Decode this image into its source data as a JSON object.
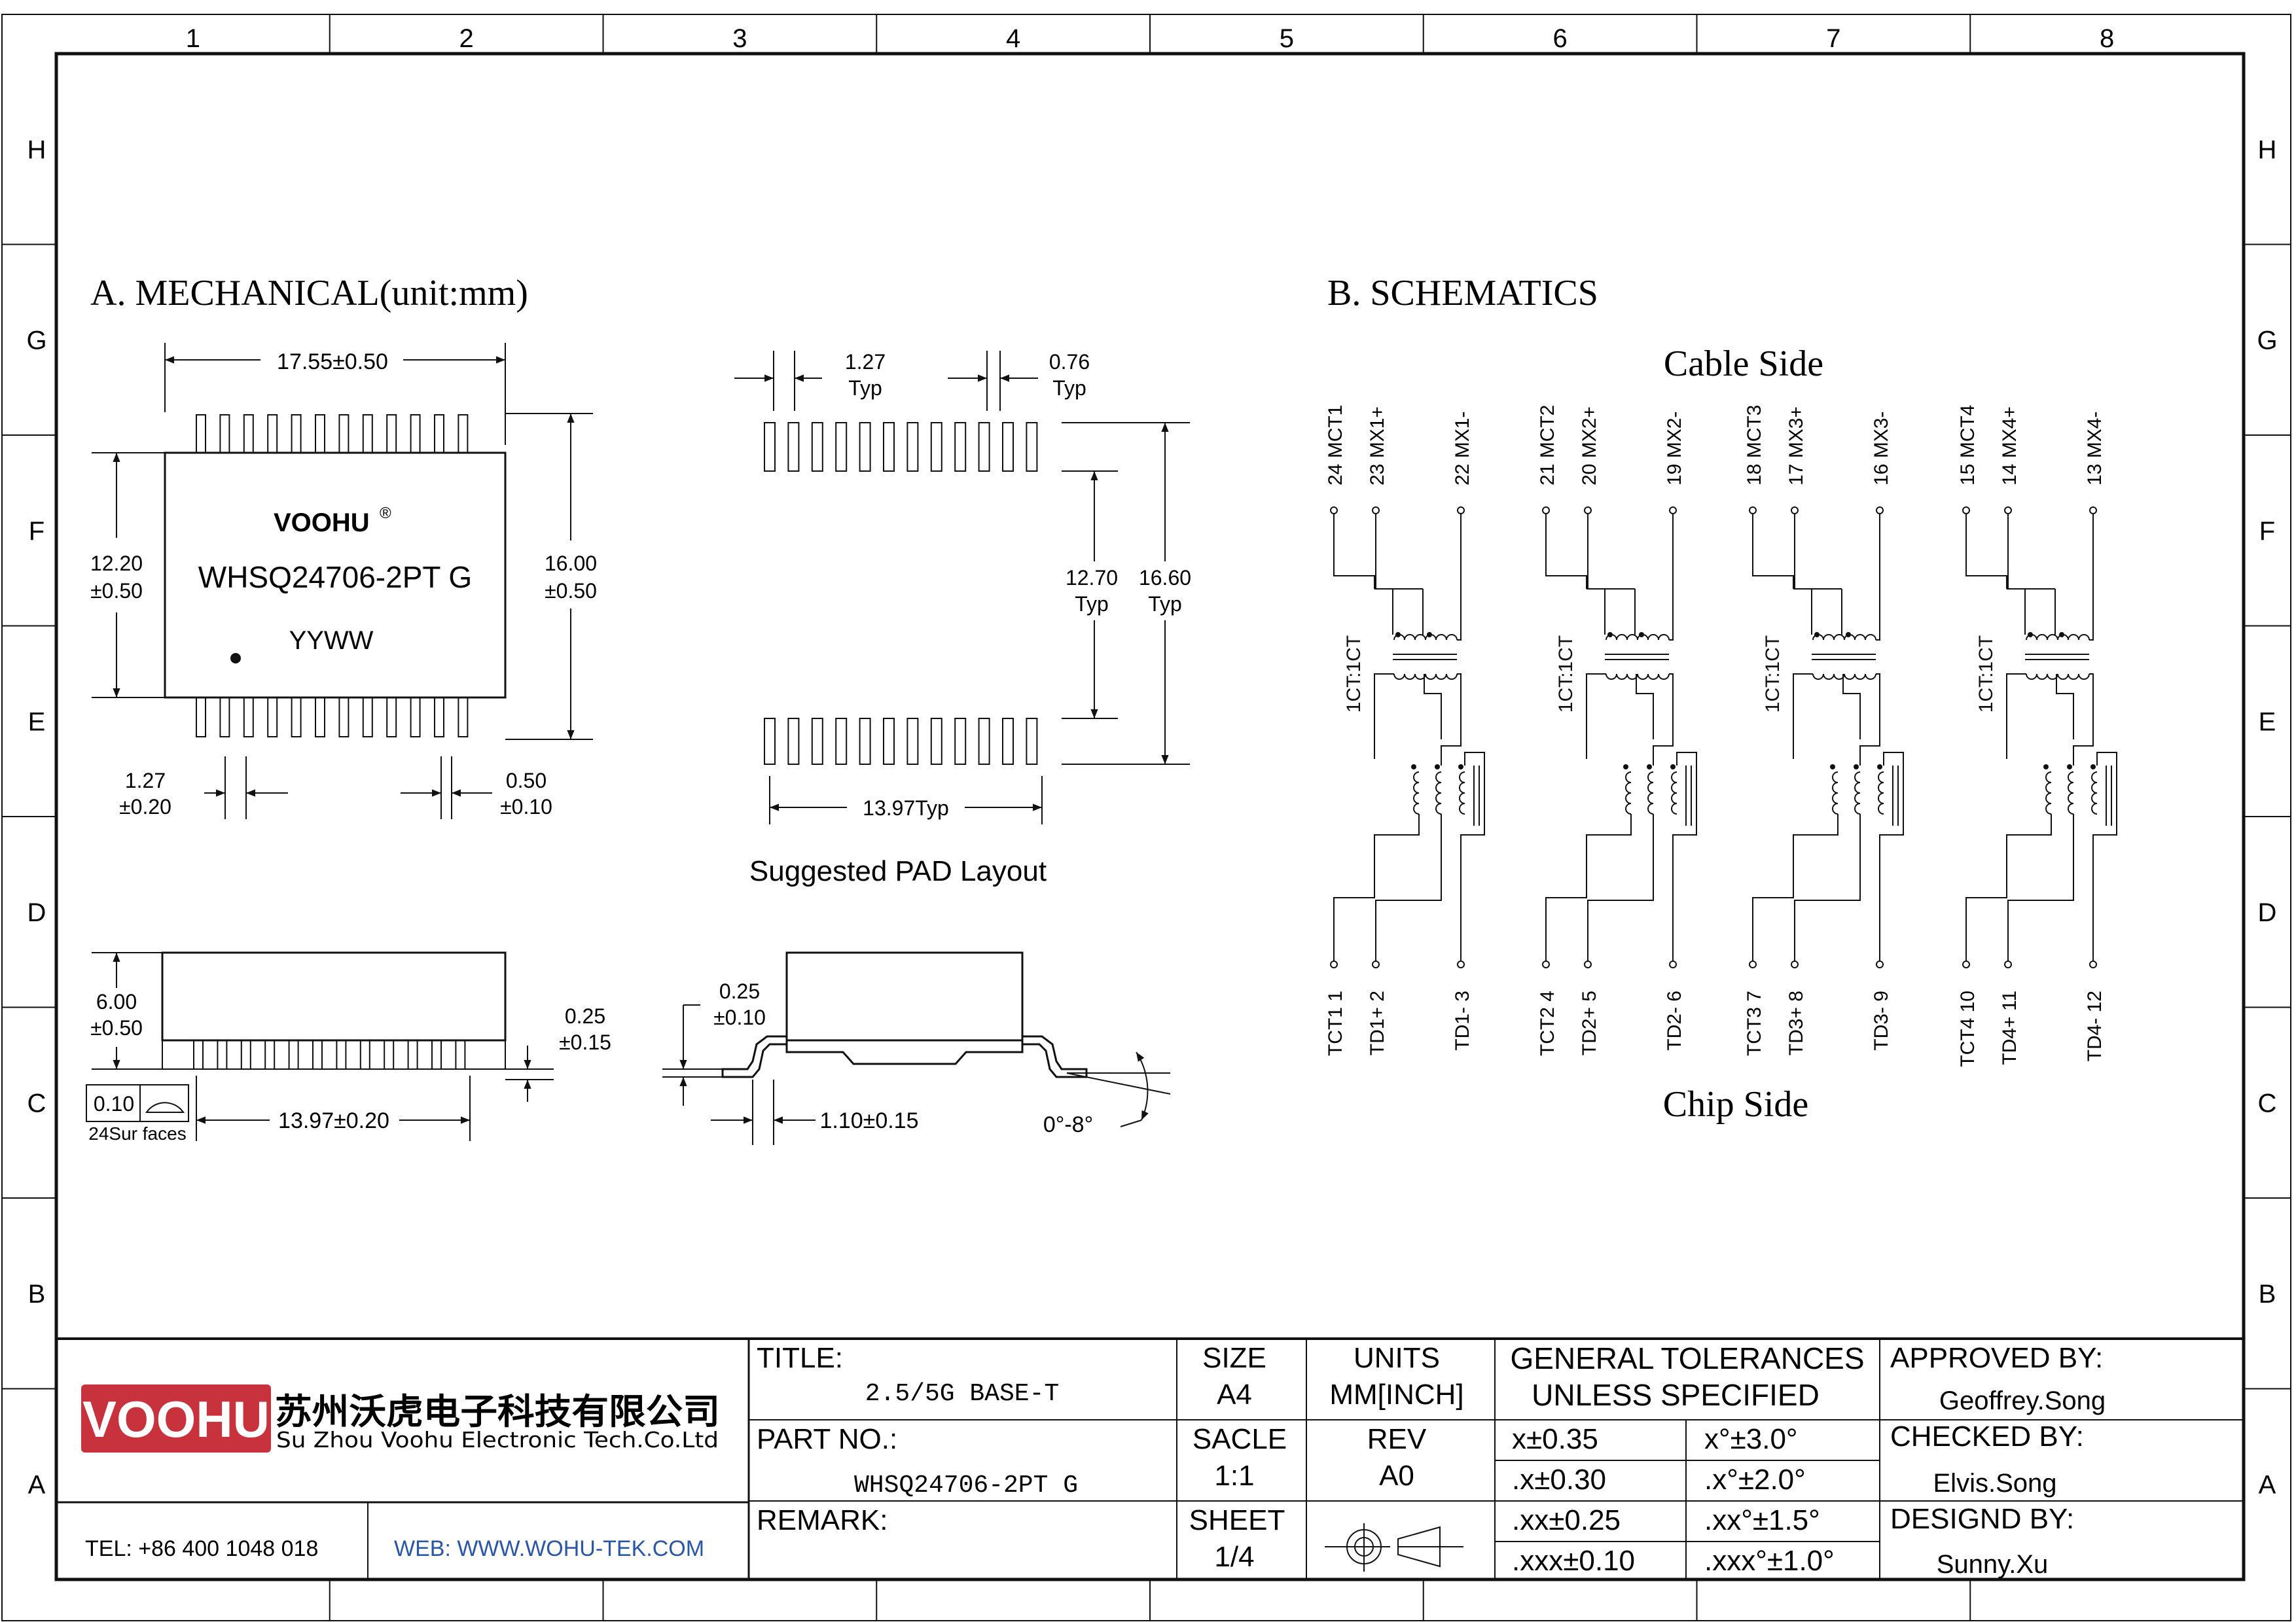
{
  "frame": {
    "cols": [
      "1",
      "2",
      "3",
      "4",
      "5",
      "6",
      "7",
      "8"
    ],
    "rows": [
      "H",
      "G",
      "F",
      "E",
      "D",
      "C",
      "B",
      "A"
    ]
  },
  "sections": {
    "mechanical_title": "A. MECHANICAL(unit:mm)",
    "schematics_title": "B. SCHEMATICS"
  },
  "mechanical": {
    "brand": "VOOHU",
    "brand_reg": "®",
    "part_mark": "WHSQ24706-2PT G",
    "date_code": "YYWW",
    "dim_width": "17.55±0.50",
    "dim_body_h1": "12.20",
    "dim_body_h2": "±0.50",
    "dim_total_h1": "16.00",
    "dim_total_h2": "±0.50",
    "dim_pitch1": "1.27",
    "dim_pitch2": "±0.20",
    "dim_lead_w1": "0.50",
    "dim_lead_w2": "±0.10",
    "dim_height1": "6.00",
    "dim_height2": "±0.50",
    "dim_stand1": "0.25",
    "dim_stand2": "±0.15",
    "coplanarity": "0.10",
    "sur_faces": "24Sur faces",
    "dim_span": "13.97±0.20",
    "dim_lead_t1": "0.25",
    "dim_lead_t2": "±0.10",
    "dim_foot": "1.10±0.15",
    "angle": "0°-8°"
  },
  "pad": {
    "pitch1": "1.27",
    "pitch2": "Typ",
    "padw1": "0.76",
    "padw2": "Typ",
    "inner1": "12.70",
    "inner2": "Typ",
    "outer1": "16.60",
    "outer2": "Typ",
    "span": "13.97Typ",
    "caption": "Suggested PAD Layout"
  },
  "schematic": {
    "cable_side": "Cable Side",
    "chip_side": "Chip Side",
    "ratio": "1CT:1CT",
    "top_pins": [
      {
        "num": "24",
        "name": "MCT1"
      },
      {
        "num": "23",
        "name": "MX1+"
      },
      {
        "num": "22",
        "name": "MX1-"
      },
      {
        "num": "21",
        "name": "MCT2"
      },
      {
        "num": "20",
        "name": "MX2+"
      },
      {
        "num": "19",
        "name": "MX2-"
      },
      {
        "num": "18",
        "name": "MCT3"
      },
      {
        "num": "17",
        "name": "MX3+"
      },
      {
        "num": "16",
        "name": "MX3-"
      },
      {
        "num": "15",
        "name": "MCT4"
      },
      {
        "num": "14",
        "name": "MX4+"
      },
      {
        "num": "13",
        "name": "MX4-"
      }
    ],
    "bottom_pins": [
      {
        "num": "1",
        "name": "TCT1"
      },
      {
        "num": "2",
        "name": "TD1+"
      },
      {
        "num": "3",
        "name": "TD1-"
      },
      {
        "num": "4",
        "name": "TCT2"
      },
      {
        "num": "5",
        "name": "TD2+"
      },
      {
        "num": "6",
        "name": "TD2-"
      },
      {
        "num": "7",
        "name": "TCT3"
      },
      {
        "num": "8",
        "name": "TD3+"
      },
      {
        "num": "9",
        "name": "TD3-"
      },
      {
        "num": "10",
        "name": "TCT4"
      },
      {
        "num": "11",
        "name": "TD4+"
      },
      {
        "num": "12",
        "name": "TD4-"
      }
    ]
  },
  "title_block": {
    "logo_text": "VOOHU",
    "company_cn": "苏州沃虎电子科技有限公司",
    "company_en": "Su Zhou Voohu Electronic Tech.Co.Ltd",
    "tel": "TEL: +86 400 1048 018",
    "web": "WEB: WWW.WOHU-TEK.COM",
    "title_label": "TITLE:",
    "title_value": "2.5/5G BASE-T",
    "part_label": "PART NO.:",
    "part_value": "WHSQ24706-2PT G",
    "remark_label": "REMARK:",
    "size_label": "SIZE",
    "size_value": "A4",
    "units_label": "UNITS",
    "units_value": "MM[INCH]",
    "scale_label": "SACLE",
    "scale_value": "1:1",
    "rev_label": "REV",
    "rev_value": "A0",
    "sheet_label": "SHEET",
    "sheet_value": "1/4",
    "tol_label1": "GENERAL TOLERANCES",
    "tol_label2": "UNLESS SPECIFIED",
    "tol": [
      [
        "x±0.35",
        "x°±3.0°"
      ],
      [
        ".x±0.30",
        ".x°±2.0°"
      ],
      [
        ".xx±0.25",
        ".xx°±1.5°"
      ],
      [
        ".xxx±0.10",
        ".xxx°±1.0°"
      ]
    ],
    "approved_label": "APPROVED BY:",
    "approved_value": "Geoffrey.Song",
    "checked_label": "CHECKED BY:",
    "checked_value": "Elvis.Song",
    "design_label": "DESIGND BY:",
    "design_value": "Sunny.Xu"
  }
}
